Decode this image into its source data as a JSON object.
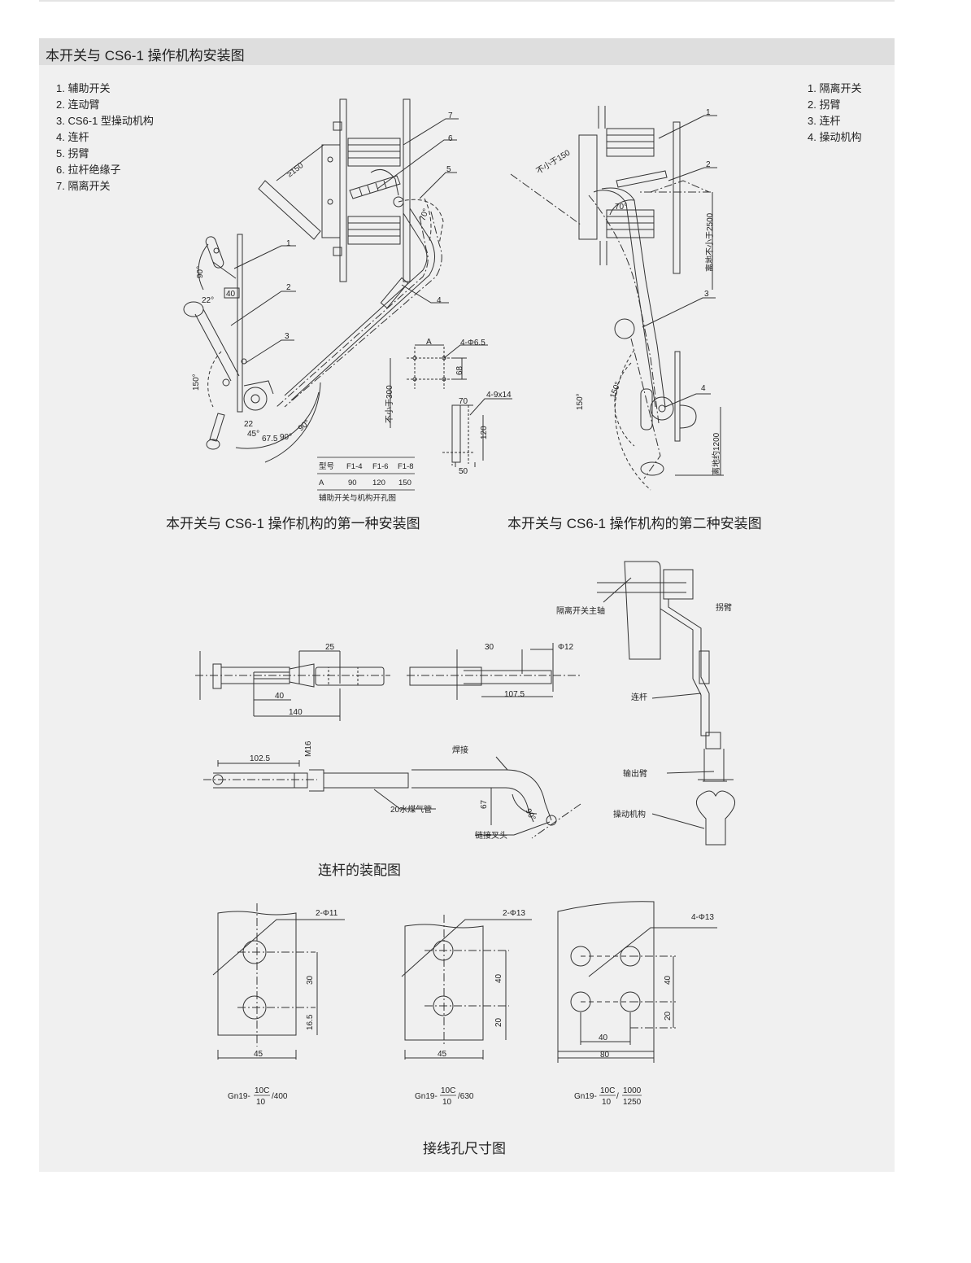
{
  "page": {
    "header_title": "本开关与 CS6-1 操作机构安装图"
  },
  "legend_left": [
    "1. 辅助开关",
    "2. 连动臂",
    "3. CS6-1 型操动机构",
    "4. 连杆",
    "5. 拐臂",
    "6. 拉杆绝缘子",
    "7. 隔离开关"
  ],
  "legend_right": [
    "1. 隔离开关",
    "2. 拐臂",
    "3. 连杆",
    "4. 操动机构"
  ],
  "captions": {
    "install1": "本开关与 CS6-1 操作机构的第一种安装图",
    "install2": "本开关与 CS6-1 操作机构的第二种安装图",
    "linkage": "连杆的装配图",
    "holes": "接线孔尺寸图"
  },
  "diagram1": {
    "callouts": [
      "1",
      "2",
      "3",
      "4",
      "5",
      "6",
      "7"
    ],
    "angles": [
      "90°",
      "22°",
      "150°",
      "70°",
      "22",
      "45°",
      "67.5",
      "90°",
      "90°"
    ],
    "dims": [
      "≥150",
      "40"
    ],
    "hole_pattern": {
      "A": "A",
      "holes1": "4-Φ6.5",
      "d68": "68",
      "min300": "不小于300",
      "d70": "70",
      "holes2": "4-9x14",
      "d120": "120",
      "d50": "50"
    },
    "table": {
      "header": [
        "型号",
        "F1-4",
        "F1-6",
        "F1-8"
      ],
      "row": [
        "A",
        "90",
        "120",
        "150"
      ],
      "note": "辅助开关与机构开孔图"
    }
  },
  "diagram2": {
    "callouts": [
      "1",
      "2",
      "3",
      "4"
    ],
    "angles": [
      "70°",
      "150°",
      "150°"
    ],
    "dims": [
      "不小于150",
      "离地不小于2500",
      "离地约1200"
    ]
  },
  "linkage": {
    "top_dims": [
      "25",
      "40",
      "140",
      "30",
      "Φ12",
      "107.5"
    ],
    "bottom_dims": [
      "102.5",
      "M16",
      "67",
      "90°"
    ],
    "labels": {
      "weld": "焊接",
      "pipe": "20水煤气管",
      "clevis": "链接叉头"
    },
    "side_labels": {
      "shaft": "隔离开关主轴",
      "crank": "拐臂",
      "rod": "连杆",
      "output": "输出臂",
      "mechanism": "操动机构"
    }
  },
  "holes": [
    {
      "spec": "2-Φ11",
      "v1": "30",
      "v2": "16.5",
      "w": "45",
      "model_pre": "Gn19-",
      "num": "10C",
      "den": "10",
      "suf": "/400"
    },
    {
      "spec": "2-Φ13",
      "v1": "40",
      "v2": "20",
      "w": "45",
      "model_pre": "Gn19-",
      "num": "10C",
      "den": "10",
      "suf": "/630"
    },
    {
      "spec": "4-Φ13",
      "v1": "40",
      "v2": "20",
      "w": "80",
      "h": "40",
      "model_pre": "Gn19-",
      "num": "10C",
      "den": "10",
      "slash": "/",
      "rnum": "1000",
      "rden": "1250"
    }
  ],
  "colors": {
    "panel": "#f0f0f0",
    "header": "#dedede",
    "line": "#333333"
  }
}
